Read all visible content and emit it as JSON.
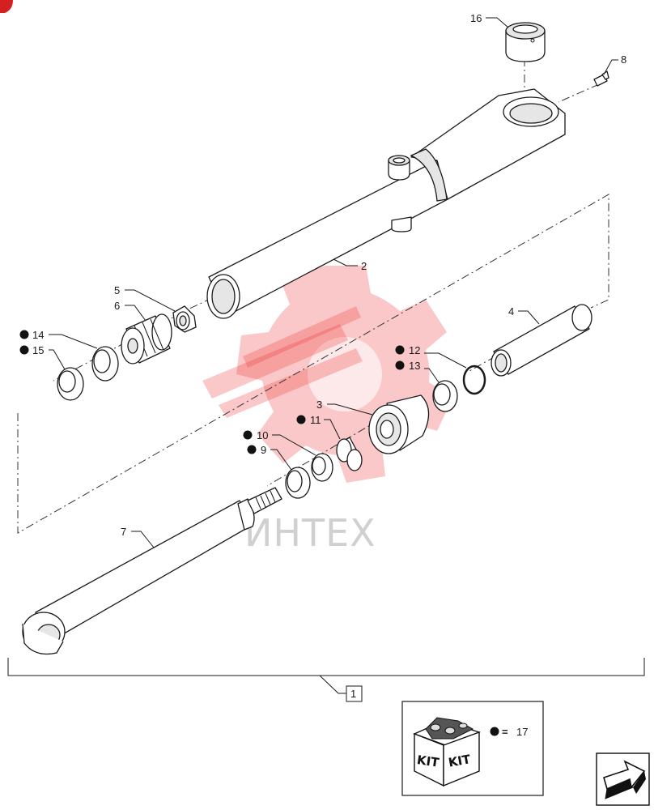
{
  "watermark": {
    "text": "ИНТЕХ",
    "gear_color": "#ee3a3a"
  },
  "assembly": {
    "label": "1"
  },
  "callouts": [
    {
      "id": "1",
      "text": "1",
      "kit": false
    },
    {
      "id": "2",
      "text": "2",
      "kit": false
    },
    {
      "id": "3",
      "text": "3",
      "kit": false
    },
    {
      "id": "4",
      "text": "4",
      "kit": false
    },
    {
      "id": "5",
      "text": "5",
      "kit": false
    },
    {
      "id": "6",
      "text": "6",
      "kit": false
    },
    {
      "id": "7",
      "text": "7",
      "kit": false
    },
    {
      "id": "8",
      "text": "8",
      "kit": false
    },
    {
      "id": "9",
      "text": "9",
      "kit": true
    },
    {
      "id": "10",
      "text": "10",
      "kit": true
    },
    {
      "id": "11",
      "text": "11",
      "kit": true
    },
    {
      "id": "12",
      "text": "12",
      "kit": true
    },
    {
      "id": "13",
      "text": "13",
      "kit": true
    },
    {
      "id": "14",
      "text": "14",
      "kit": true
    },
    {
      "id": "15",
      "text": "15",
      "kit": true
    },
    {
      "id": "16",
      "text": "16",
      "kit": false
    }
  ],
  "kit_legend": {
    "equals": "=",
    "number": "17",
    "box_label_1": "KIT",
    "box_label_2": "KIT"
  },
  "nav": {
    "icon": "next-arrow-icon"
  }
}
